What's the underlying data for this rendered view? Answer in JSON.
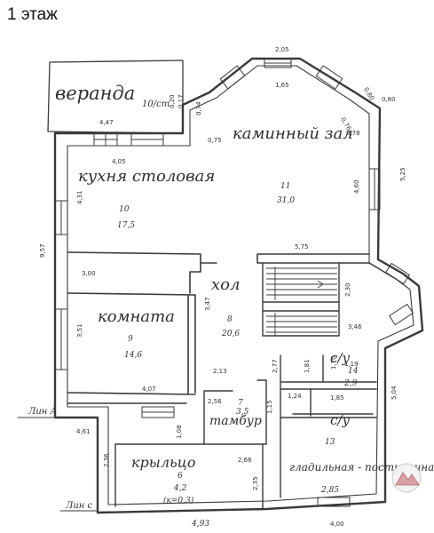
{
  "page": {
    "title": "1 этаж"
  },
  "rooms": {
    "veranda": {
      "name": "веранда",
      "note": "10/ст"
    },
    "living_hall": {
      "name": "каминный зал",
      "number": "11",
      "area": "31,0"
    },
    "kitchen": {
      "name": "кухня столовая",
      "number": "10",
      "area": "17,5"
    },
    "hall": {
      "name": "хол",
      "number": "8",
      "area": "20,6"
    },
    "room": {
      "name": "комната",
      "number": "9",
      "area": "14,6"
    },
    "tambour": {
      "name": "тамбур",
      "number": "7",
      "area": "3,5"
    },
    "wc_upper": {
      "name": "с/у",
      "number": "14",
      "area": "2,9"
    },
    "wc_lower": {
      "name": "с/у"
    },
    "laundry": {
      "name": "гладильная - постирочная",
      "number": "13",
      "area": "2,85"
    },
    "porch": {
      "name": "крыльцо",
      "number": "6",
      "area": "4,2",
      "note": "(к=0,3)"
    }
  },
  "dims": {
    "d1": "2,05",
    "d2": "1,65",
    "d3": "0,80",
    "d4": "0,20",
    "d5": "0,17",
    "d6": "0,74",
    "d7": "0,75",
    "d8": "0,76",
    "d9": "0,78",
    "d10": "0,80",
    "d11": "4,47",
    "d12": "4,05",
    "d13": "4,31",
    "d14": "4,60",
    "d15": "5,25",
    "d16": "9,57",
    "d17": "5,75",
    "d18": "3,00",
    "d19": "2,30",
    "d20": "3,46",
    "d21": "3,51",
    "d22": "3,47",
    "d23": "4,07",
    "d24": "2,13",
    "d25": "2,56",
    "d26": "2,77",
    "d27": "1,81",
    "d28": "1,70",
    "d29": "1,24",
    "d30": "1,85",
    "d31": "5,04",
    "d32": "4,61",
    "d33": "2,36",
    "d34": "1,08",
    "d35": "2,66",
    "d36": "2,35",
    "d37": "4,00",
    "d38": "1,15",
    "d39": "1,19"
  },
  "axes": {
    "a": "Лин А",
    "c": "Лин с"
  },
  "footer": {
    "note": "4,93"
  }
}
